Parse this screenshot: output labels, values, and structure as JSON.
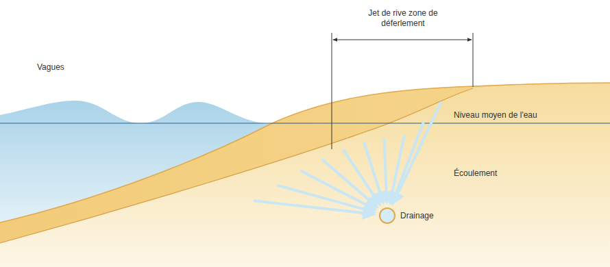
{
  "diagram": {
    "labels": [
      "Jet de rive zone de déferlement",
      "Vagues",
      "Niveau moyen de l'eau",
      "Écoulement",
      "Drainage"
    ]
  }
}
